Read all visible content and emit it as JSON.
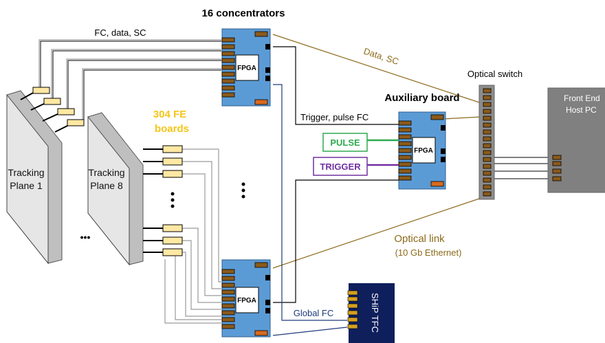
{
  "labels": {
    "concentrators_title": "16 concentrators",
    "fc_data_sc": "FC, data, SC",
    "data_sc": "Data, SC",
    "optical_switch": "Optical switch",
    "auxiliary_board": "Auxiliary board",
    "trigger_pulse_fc": "Trigger, pulse FC",
    "fe_boards_line1": "304 FE",
    "fe_boards_line2": "boards",
    "pulse": "PULSE",
    "trigger": "TRIGGER",
    "plane1_line1": "Tracking",
    "plane1_line2": "Plane 1",
    "plane8_line1": "Tracking",
    "plane8_line2": "Plane 8",
    "fpga": "FPGA",
    "front_end_line1": "Front End",
    "front_end_line2": "Host PC",
    "optical_link": "Optical link",
    "ethernet": "(10 Gb Ethernet)",
    "global_fc": "Global FC",
    "ship_tfc": "SHiP TFC",
    "ellipsis_h": "•••"
  },
  "colors": {
    "board_blue": "#5b9bd5",
    "pad_brown": "#8b5a1a",
    "orange_block": "#d96a1e",
    "fe_board_fill": "#ffe8a3",
    "optical_brown": "#8c6a1a",
    "fe_label_yellow": "#f5c518",
    "pulse_green": "#2eaa4f",
    "trigger_purple": "#7030a0",
    "global_fc_navy": "#1f3a7a",
    "tfc_navy": "#0e1f5c",
    "switch_gray": "#8c8c8c",
    "host_gray": "#808080"
  }
}
